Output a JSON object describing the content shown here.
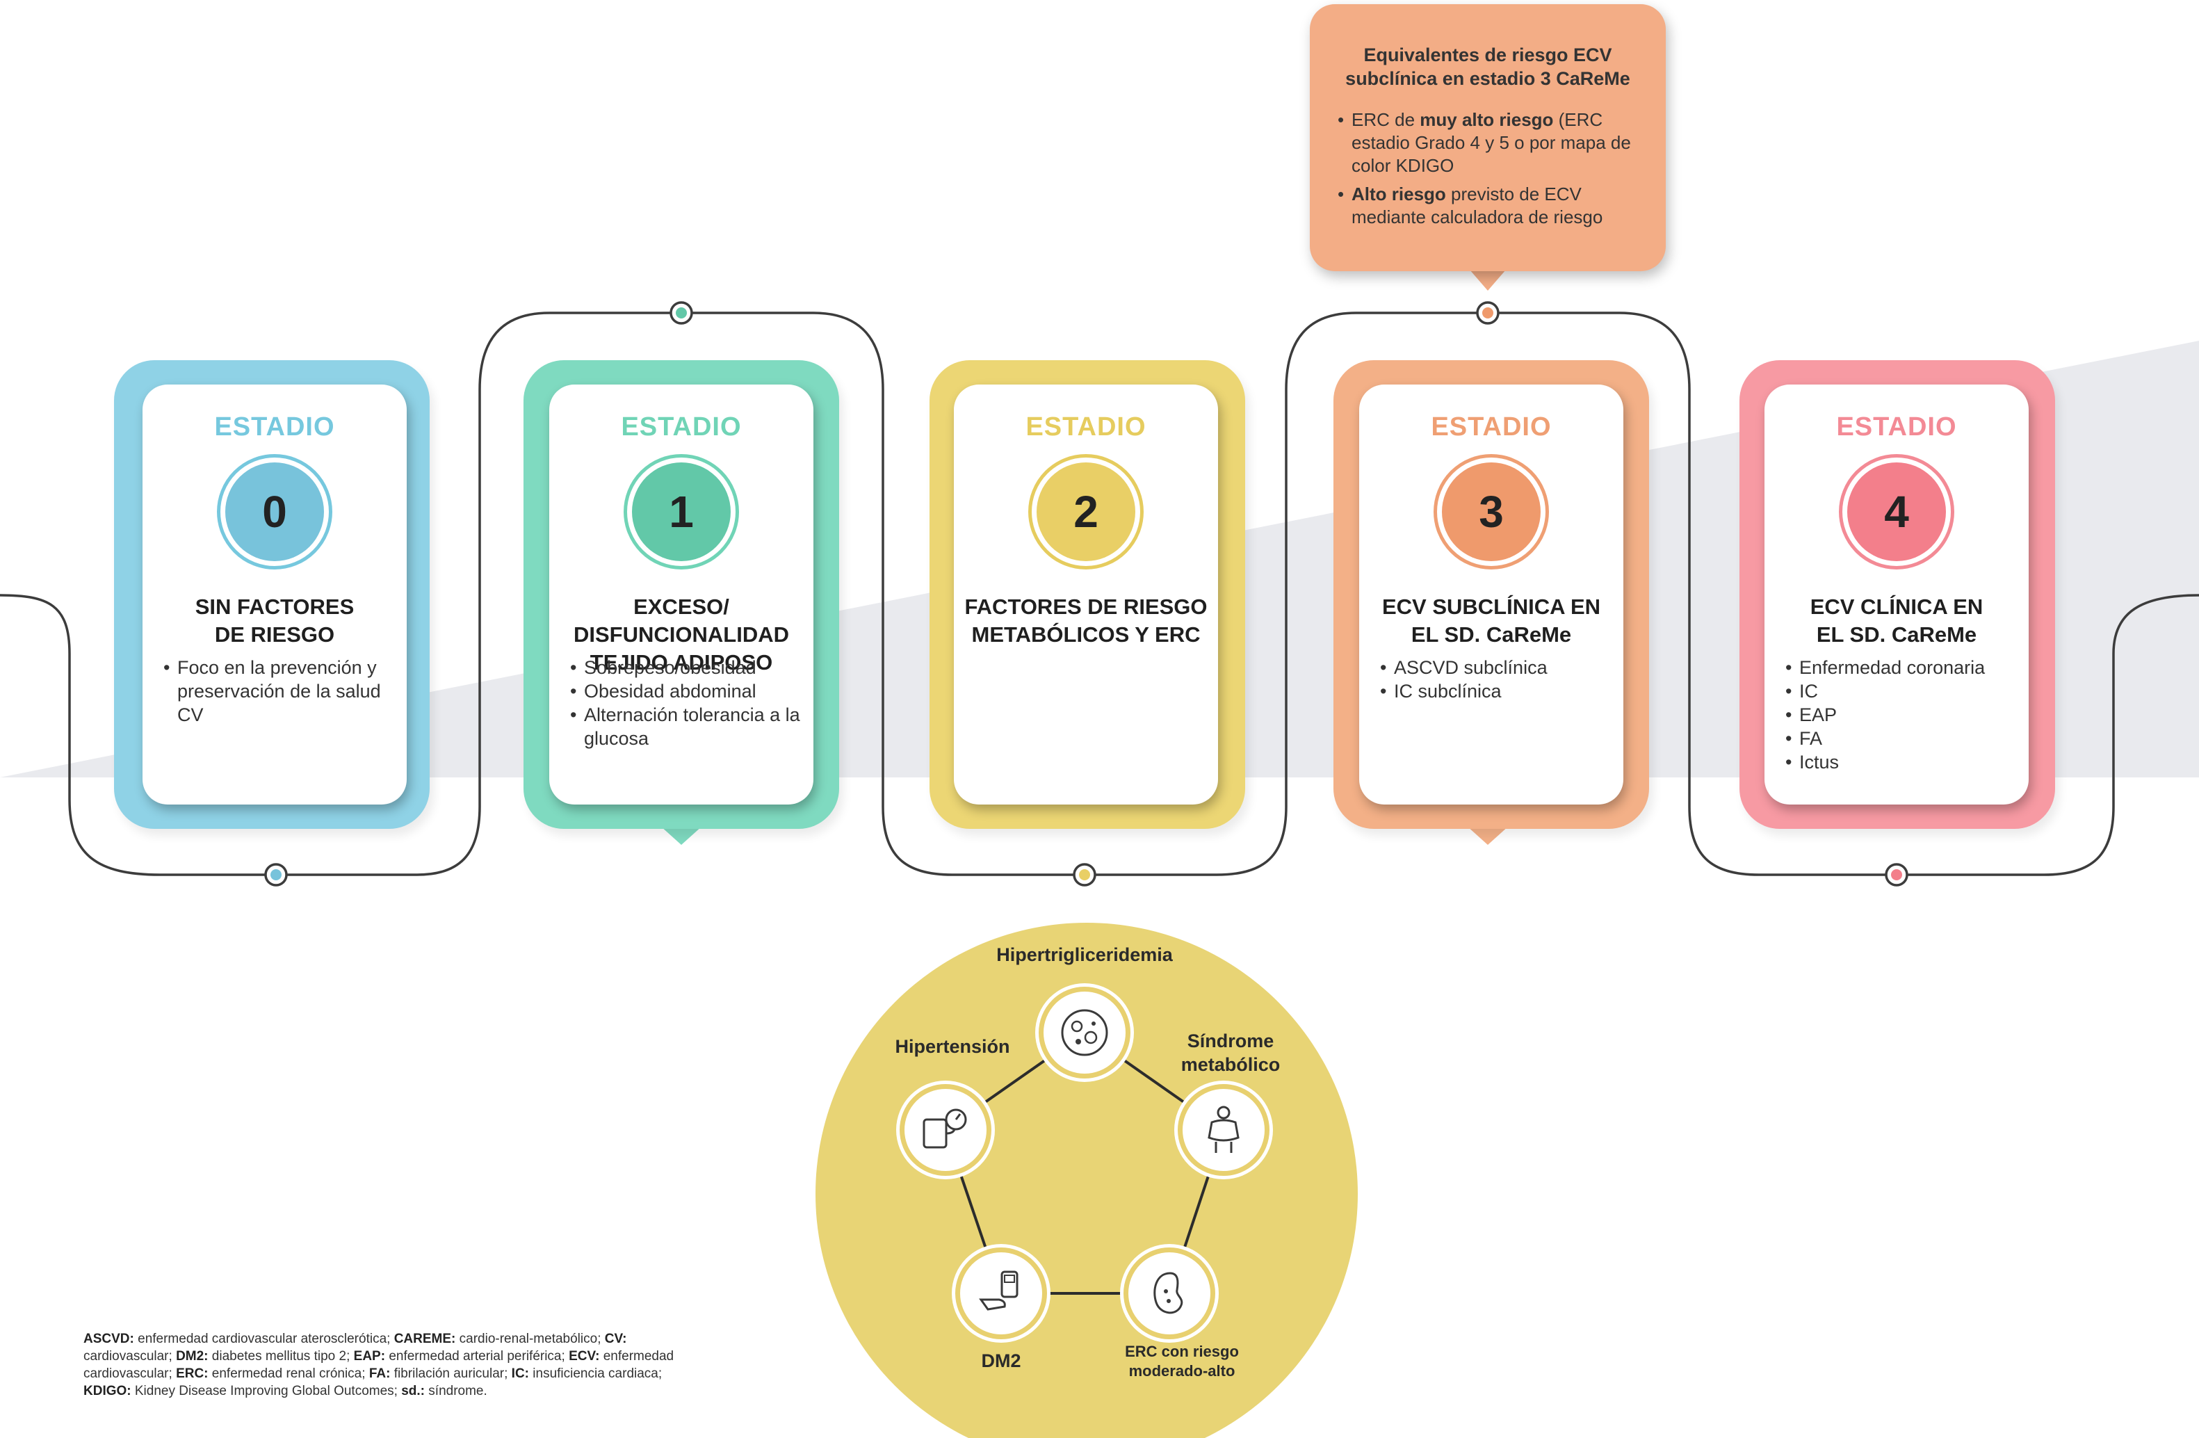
{
  "stages": [
    {
      "label": "ESTADIO",
      "number": "0",
      "title_lines": [
        "SIN FACTORES",
        "DE RIESGO"
      ],
      "items": [
        "Foco en la prevención y preservación de la salud CV"
      ],
      "color": "#8fd2e6",
      "ring": "#76c8de",
      "numfill": "#78c3db"
    },
    {
      "label": "ESTADIO",
      "number": "1",
      "title_lines": [
        "EXCESO/",
        "DISFUNCIONALIDAD",
        "TEJIDO ADIPOSO"
      ],
      "items": [
        "Sobrepeso/obesidad",
        "Obesidad abdominal",
        "Alternación tolerancia a la glucosa"
      ],
      "color": "#7fdac0",
      "ring": "#70d4b6",
      "numfill": "#62c8a8"
    },
    {
      "label": "ESTADIO",
      "number": "2",
      "title_lines": [
        "FACTORES DE RIESGO",
        "METABÓLICOS Y ERC"
      ],
      "items": [],
      "color": "#ecd674",
      "ring": "#e6cc5e",
      "numfill": "#e9cf66"
    },
    {
      "label": "ESTADIO",
      "number": "3",
      "title_lines": [
        "ECV SUBCLÍNICA EN",
        "EL SD. CaReMe"
      ],
      "items": [
        "ASCVD subclínica",
        "IC subclínica"
      ],
      "color": "#f3b087",
      "ring": "#ef9f73",
      "numfill": "#ef9a6c"
    },
    {
      "label": "ESTADIO",
      "number": "4",
      "title_lines": [
        "ECV CLÍNICA EN",
        "EL SD. CaReMe"
      ],
      "items": [
        "Enfermedad coronaria",
        "IC",
        "EAP",
        "FA",
        "Ictus"
      ],
      "color": "#f79aa3",
      "ring": "#f38a95",
      "numfill": "#f37f8b"
    }
  ],
  "callout": {
    "title": "Equivalentes de riesgo ECV subclínica en estadio 3 CaReMe",
    "items": [
      {
        "bold": "",
        "pre": "ERC de ",
        "strong": "muy alto riesgo",
        "post": " (ERC estadio Grado 4 y 5 o por mapa de color KDIGO"
      },
      {
        "pre": "",
        "strong": "Alto riesgo",
        "post": " previsto de ECV mediante calculadora de riesgo"
      }
    ],
    "color": "#f3ad86"
  },
  "circle": {
    "color": "#e8d475",
    "nodes": {
      "top": "Hipertrigliceridemia",
      "right_line1": "Síndrome",
      "right_line2": "metabólico",
      "left": "Hipertensión",
      "bottom_left": "DM2",
      "bottom_right_line1": "ERC con riesgo",
      "bottom_right_line2": "moderado-alto"
    },
    "icons": [
      "bacteria-icon",
      "body-icon",
      "kidney-icon",
      "glucometer-icon",
      "blood-pressure-icon"
    ]
  },
  "footnote": [
    {
      "term": "ASCVD:",
      "def": " enfermedad cardiovascular aterosclerótica; "
    },
    {
      "term": "CAREME:",
      "def": " cardio-renal-metabólico;"
    },
    {
      "term": "CV:",
      "def": " cardiovascular; "
    },
    {
      "term": "DM2:",
      "def": " diabetes mellitus tipo 2; "
    },
    {
      "term": "EAP:",
      "def": " enfermedad arterial periférica;"
    },
    {
      "term": "ECV:",
      "def": " enfermedad cardiovascular; "
    },
    {
      "term": "ERC:",
      "def": " enfermedad renal crónica; "
    },
    {
      "term": "FA:",
      "def": " fibrilación auricular; "
    },
    {
      "term": "IC:",
      "def": " insuficiencia cardiaca; "
    },
    {
      "term": "KDIGO:",
      "def": " Kidney Disease Improving Global Outcomes; "
    },
    {
      "term": "sd.:",
      "def": " síndrome."
    }
  ]
}
